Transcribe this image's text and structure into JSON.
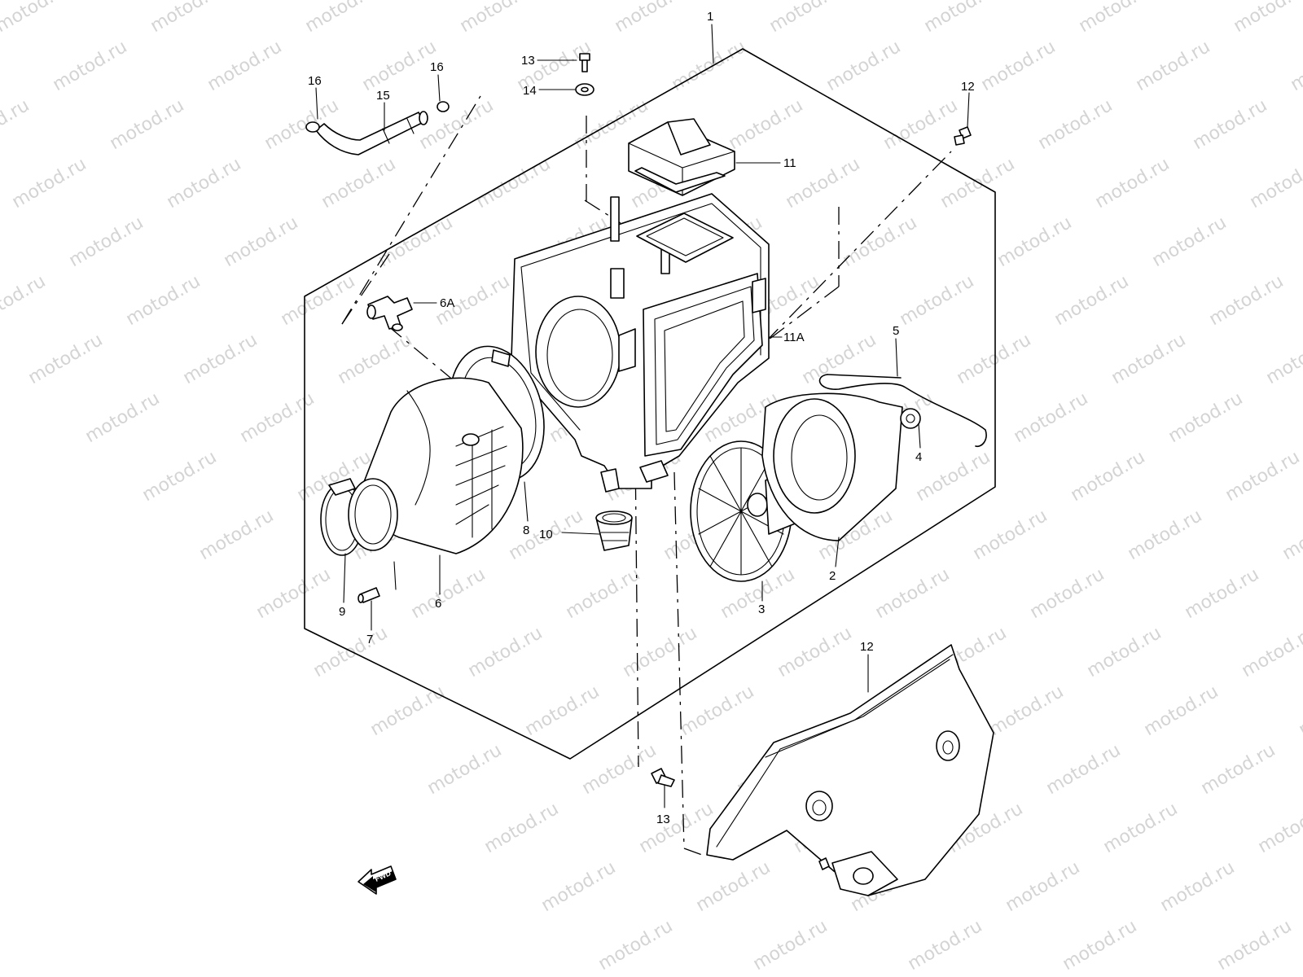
{
  "watermark": "motod.ru",
  "callouts": [
    {
      "id": "1",
      "text": "1"
    },
    {
      "id": "2",
      "text": "2"
    },
    {
      "id": "3",
      "text": "3"
    },
    {
      "id": "4",
      "text": "4"
    },
    {
      "id": "5",
      "text": "5"
    },
    {
      "id": "6",
      "text": "6"
    },
    {
      "id": "6a",
      "text": "6A"
    },
    {
      "id": "7",
      "text": "7"
    },
    {
      "id": "8",
      "text": "8"
    },
    {
      "id": "9",
      "text": "9"
    },
    {
      "id": "10",
      "text": "10"
    },
    {
      "id": "11",
      "text": "11"
    },
    {
      "id": "11a",
      "text": "11A"
    },
    {
      "id": "12a",
      "text": "12"
    },
    {
      "id": "12b",
      "text": "12"
    },
    {
      "id": "13a",
      "text": "13"
    },
    {
      "id": "13b",
      "text": "13"
    },
    {
      "id": "14",
      "text": "14"
    },
    {
      "id": "15",
      "text": "15"
    },
    {
      "id": "16a",
      "text": "16"
    },
    {
      "id": "16b",
      "text": "16"
    }
  ],
  "fwd_label": "FWD"
}
